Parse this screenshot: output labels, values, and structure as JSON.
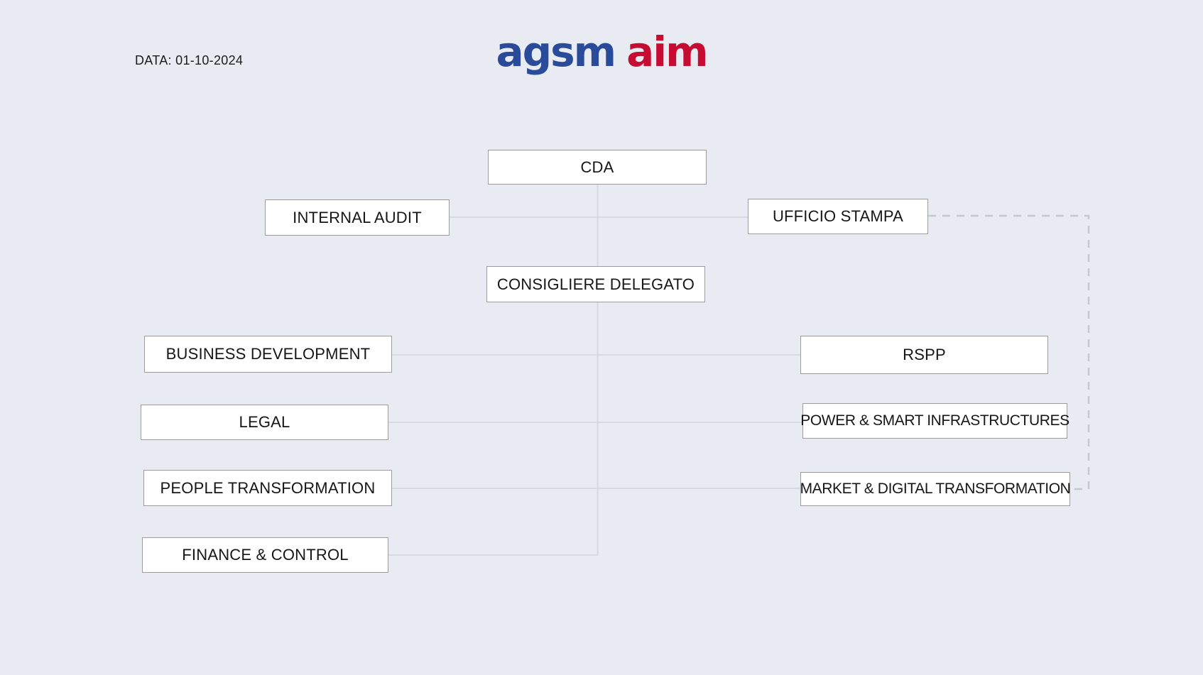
{
  "header": {
    "date_label": "DATA: 01-10-2024"
  },
  "logo": {
    "agsm": "agsm",
    "aim": "aim",
    "agsm_color": "#2a4a9a",
    "aim_color": "#c60c30"
  },
  "org_chart": {
    "nodes": {
      "cda": {
        "label": "CDA"
      },
      "internal_audit": {
        "label": "INTERNAL AUDIT"
      },
      "ufficio_stampa": {
        "label": "UFFICIO STAMPA"
      },
      "consigliere_delegato": {
        "label": "CONSIGLIERE DELEGATO"
      },
      "business_development": {
        "label": "BUSINESS DEVELOPMENT"
      },
      "rspp": {
        "label": "RSPP"
      },
      "legal": {
        "label": "LEGAL"
      },
      "power_smart_infrastructures": {
        "label": "POWER & SMART INFRASTRUCTURES"
      },
      "people_transformation": {
        "label": "PEOPLE TRANSFORMATION"
      },
      "market_digital_transformation": {
        "label": "MARKET & DIGITAL TRANSFORMATION"
      },
      "finance_control": {
        "label": "FINANCE & CONTROL"
      }
    },
    "edges": [
      {
        "from": "cda",
        "to": "consigliere_delegato",
        "style": "solid"
      },
      {
        "from": "cda",
        "to": "internal_audit",
        "style": "solid"
      },
      {
        "from": "cda",
        "to": "ufficio_stampa",
        "style": "solid"
      },
      {
        "from": "consigliere_delegato",
        "to": "business_development",
        "style": "solid"
      },
      {
        "from": "consigliere_delegato",
        "to": "rspp",
        "style": "solid"
      },
      {
        "from": "consigliere_delegato",
        "to": "legal",
        "style": "solid"
      },
      {
        "from": "consigliere_delegato",
        "to": "power_smart_infrastructures",
        "style": "solid"
      },
      {
        "from": "consigliere_delegato",
        "to": "people_transformation",
        "style": "solid"
      },
      {
        "from": "consigliere_delegato",
        "to": "market_digital_transformation",
        "style": "solid"
      },
      {
        "from": "consigliere_delegato",
        "to": "finance_control",
        "style": "solid"
      },
      {
        "from": "ufficio_stampa",
        "to": "market_digital_transformation",
        "style": "dashed"
      }
    ]
  },
  "colors": {
    "background": "#e8ebf1",
    "node_fill": "#ffffff",
    "node_border": "#9c9c9c",
    "node_text": "#161616",
    "connector_solid": "#d6d9df",
    "connector_dashed": "#c4c9d0"
  }
}
